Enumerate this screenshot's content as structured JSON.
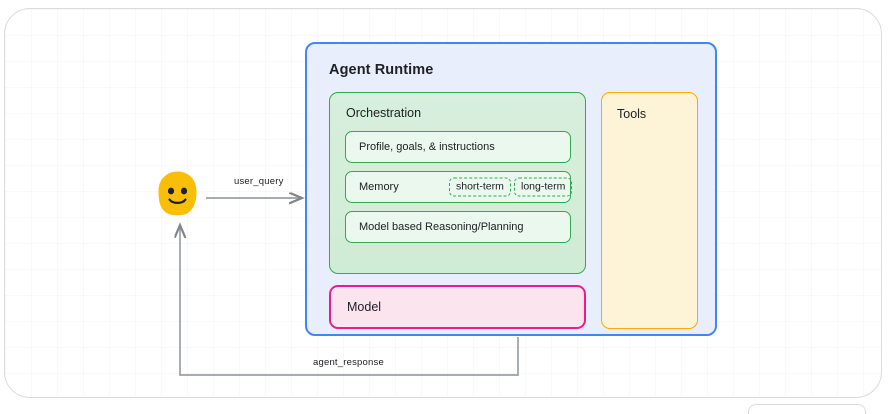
{
  "diagram": {
    "title_hidden": "",
    "agent_runtime": {
      "title": "Agent Runtime",
      "border_color": "#4285f4",
      "fill_color": "#e8eefc"
    },
    "orchestration": {
      "title": "Orchestration",
      "border_color": "#34a853",
      "fill_color": "#d3eeda",
      "rows": [
        {
          "label": "Profile, goals, & instructions",
          "chips": []
        },
        {
          "label": "Memory",
          "chips": [
            "short-term",
            "long-term"
          ]
        },
        {
          "label": "Model based Reasoning/Planning",
          "chips": []
        }
      ]
    },
    "model": {
      "title": "Model",
      "border_color": "#e91e8c",
      "fill_color": "#fce4ef"
    },
    "tools": {
      "title": "Tools",
      "border_color": "#f9ab00",
      "fill_color": "#fdf4d8"
    },
    "actor": {
      "name": "user-avatar",
      "icon": "smiley-face-icon",
      "color": "#f9bf08"
    },
    "edges": [
      {
        "label": "user_query",
        "from": "user",
        "to": "agent-runtime",
        "color": "#80868b"
      },
      {
        "label": "agent_response",
        "from": "agent-runtime",
        "to": "user",
        "color": "#80868b"
      }
    ]
  }
}
